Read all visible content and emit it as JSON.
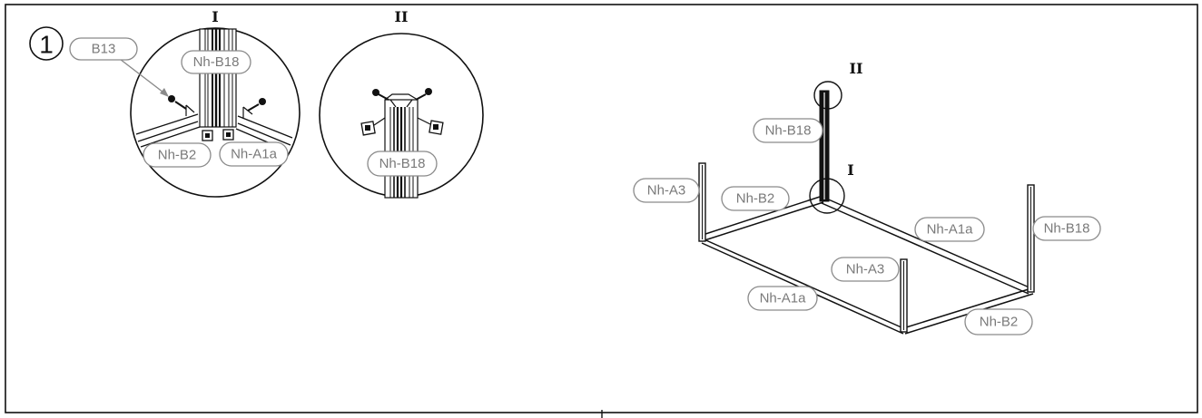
{
  "step": {
    "number": "1"
  },
  "detail_views": {
    "view_1": {
      "marker": "I",
      "labels": [
        "B13",
        "Nh-B18",
        "Nh-B2",
        "Nh-A1a"
      ]
    },
    "view_2": {
      "marker": "II",
      "labels": [
        "Nh-B18"
      ]
    }
  },
  "frame_view": {
    "markers": {
      "top": "II",
      "corner": "I"
    },
    "labels": {
      "post": "Nh-B18",
      "left_upright": "Nh-A3",
      "back_rail": "Nh-B2",
      "right_rail": "Nh-A1a",
      "right_upright": "Nh-B18",
      "front_upright": "Nh-A3",
      "front_rail": "Nh-A1a",
      "front_short_rail": "Nh-B2"
    }
  },
  "colors": {
    "line": "#111111",
    "label_text": "#7a7a7a",
    "label_outline": "#8a8a8a"
  }
}
